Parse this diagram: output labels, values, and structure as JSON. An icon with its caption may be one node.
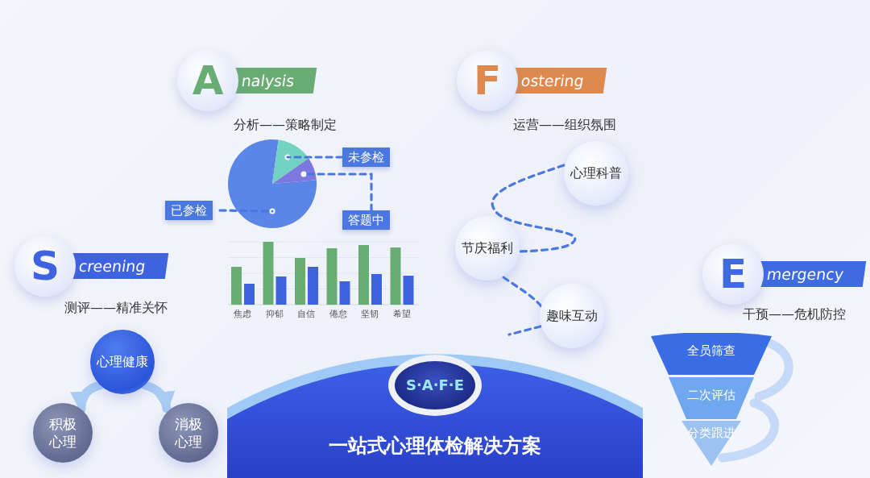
{
  "diagram": {
    "nodes": [
      {
        "text": [
          "S",
          "creening"
        ],
        "beside": [
          "测评——精准关怀"
        ]
      },
      {
        "text": [
          "心理健康"
        ]
      },
      {
        "text": [
          "积极心理"
        ]
      },
      {
        "text": [
          "消极心理"
        ]
      },
      {
        "text": [
          "A",
          "nalysis"
        ],
        "beside": [
          "分析——策略制定"
        ]
      },
      {
        "text": [],
        "shape": "slice"
      },
      {
        "text": [],
        "shape": "slice"
      },
      {
        "text": [],
        "shape": "slice"
      },
      {
        "text": [
          "未参检"
        ]
      },
      {
        "text": [
          "已参检"
        ]
      },
      {
        "text": [
          "答题中"
        ]
      },
      {
        "text": [
          "F",
          "ostering"
        ],
        "beside": [
          "运营——组织氛围"
        ]
      },
      {
        "text": [
          "心理科普"
        ]
      },
      {
        "text": [
          "节庆福利"
        ]
      },
      {
        "text": [
          "趣味互动"
        ]
      },
      {
        "text": [
          "E",
          "mergency"
        ],
        "beside": [
          "干预——危机防控"
        ]
      },
      {
        "text": [
          "全员筛查"
        ]
      },
      {
        "text": [
          "二次评估"
        ]
      },
      {
        "text": [
          "分类跟进"
        ]
      },
      {
        "text": [
          "一站式心理体检解决方案"
        ]
      },
      {
        "text": [
          "S·A·F·E"
        ],
        "in": 19
      }
    ],
    "edges": [
      {
        "from": 1,
        "to": 2,
        "arrow": "to",
        "style": "thick",
        "color": "#9cc6f2"
      },
      {
        "from": 1,
        "to": 3,
        "arrow": "to",
        "style": "thick",
        "color": "#9cc6f2"
      },
      {
        "from": 8,
        "to": 6,
        "arrow": "none",
        "style": "dashed"
      },
      {
        "from": 9,
        "to": 5,
        "arrow": "none",
        "style": "dashed"
      },
      {
        "from": 10,
        "to": 7,
        "arrow": "none",
        "style": "dashed"
      },
      {
        "from": 12,
        "to": 13,
        "arrow": "none",
        "style": "dashed"
      },
      {
        "from": 13,
        "to": 14,
        "arrow": "none",
        "style": "dashed"
      },
      {
        "from": 14,
        "to": null,
        "arrow": "none",
        "style": "dashed"
      },
      {
        "from": 16,
        "to": 17,
        "arrow": "none",
        "style": "thick",
        "color": "#bcd3f7"
      },
      {
        "from": 17,
        "to": 18,
        "arrow": "none",
        "style": "thick",
        "color": "#bcd3f7"
      }
    ],
    "labels": [
      "焦虑",
      "抑郁",
      "自信",
      "倦怠",
      "坚韧",
      "希望"
    ]
  }
}
